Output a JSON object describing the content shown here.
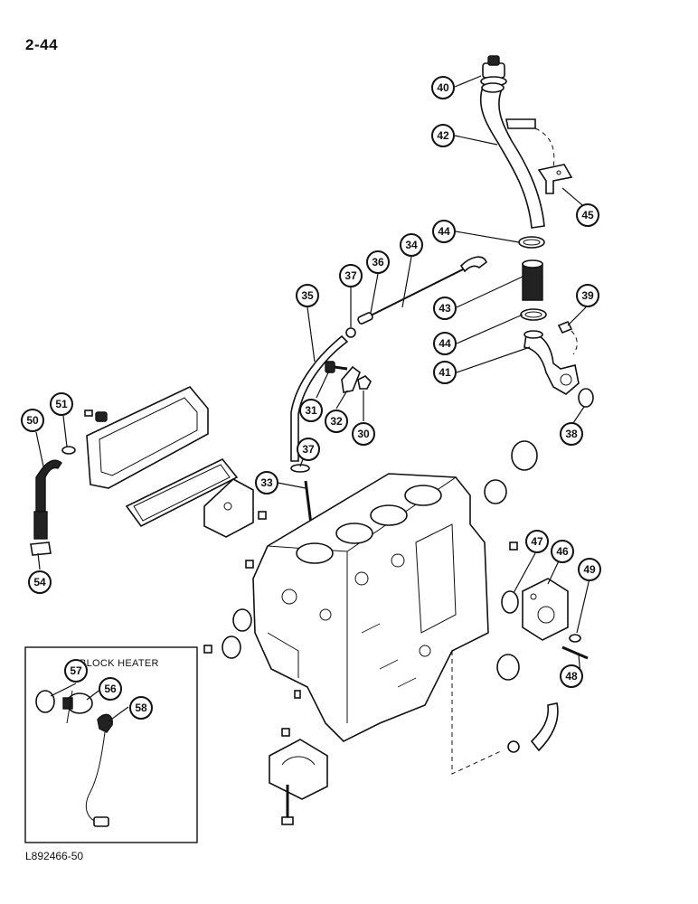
{
  "page": {
    "number": "2-44",
    "figure_code": "L892466-50"
  },
  "inset": {
    "title": "BLOCK HEATER"
  },
  "callouts": [
    {
      "id": "c40",
      "label": "40"
    },
    {
      "id": "c42",
      "label": "42"
    },
    {
      "id": "c45",
      "label": "45"
    },
    {
      "id": "c44a",
      "label": "44"
    },
    {
      "id": "c34",
      "label": "34"
    },
    {
      "id": "c36",
      "label": "36"
    },
    {
      "id": "c37a",
      "label": "37"
    },
    {
      "id": "c35",
      "label": "35"
    },
    {
      "id": "c39",
      "label": "39"
    },
    {
      "id": "c43",
      "label": "43"
    },
    {
      "id": "c44b",
      "label": "44"
    },
    {
      "id": "c41",
      "label": "41"
    },
    {
      "id": "c31",
      "label": "31"
    },
    {
      "id": "c32",
      "label": "32"
    },
    {
      "id": "c30",
      "label": "30"
    },
    {
      "id": "c38",
      "label": "38"
    },
    {
      "id": "c51",
      "label": "51"
    },
    {
      "id": "c50",
      "label": "50"
    },
    {
      "id": "c37b",
      "label": "37"
    },
    {
      "id": "c33",
      "label": "33"
    },
    {
      "id": "c47",
      "label": "47"
    },
    {
      "id": "c46",
      "label": "46"
    },
    {
      "id": "c49",
      "label": "49"
    },
    {
      "id": "c54",
      "label": "54"
    },
    {
      "id": "c48",
      "label": "48"
    },
    {
      "id": "c57",
      "label": "57"
    },
    {
      "id": "c56",
      "label": "56"
    },
    {
      "id": "c58",
      "label": "58"
    }
  ]
}
